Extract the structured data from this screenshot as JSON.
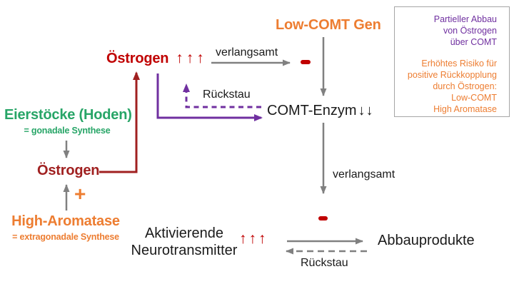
{
  "colors": {
    "red_bright": "#c00000",
    "red_dark": "#a02020",
    "orange": "#ed7d31",
    "purple": "#7030a0",
    "green": "#27a567",
    "gray_arrow": "#808080",
    "text_black": "#1a1a1a",
    "box_border": "#a6a6a6"
  },
  "diagram": {
    "estrogen_high": {
      "label": "Östrogen",
      "arrows": "↑↑↑"
    },
    "slowed_top": "verlangsamt",
    "low_comt_gen": "Low-COMT Gen",
    "comt_enzyme": {
      "label": "COMT-Enzym",
      "arrows": "↓↓"
    },
    "backlog_top": "Rückstau",
    "gonadal": {
      "title": "Eierstöcke (Hoden)",
      "subtitle": "= gonadale Synthese"
    },
    "estrogen_low": "Östrogen",
    "plus_sign": "+",
    "aromatase": {
      "title": "High-Aromatase",
      "subtitle": "= extragonadale Synthese"
    },
    "slowed_bottom": "verlangsamt",
    "neurotransmitters": {
      "line1": "Aktivierende",
      "line2": "Neurotransmitter",
      "arrows": "↑↑↑"
    },
    "degradation_products": "Abbauprodukte",
    "backlog_bottom": "Rückstau"
  },
  "infobox": {
    "purple_lines": [
      "Partieller Abbau",
      "von Östrogen",
      "über COMT"
    ],
    "orange_lines": [
      "Erhöhtes Risiko für",
      "positive Rückkopplung",
      "durch Östrogen:",
      "Low-COMT",
      "High Aromatase"
    ]
  }
}
